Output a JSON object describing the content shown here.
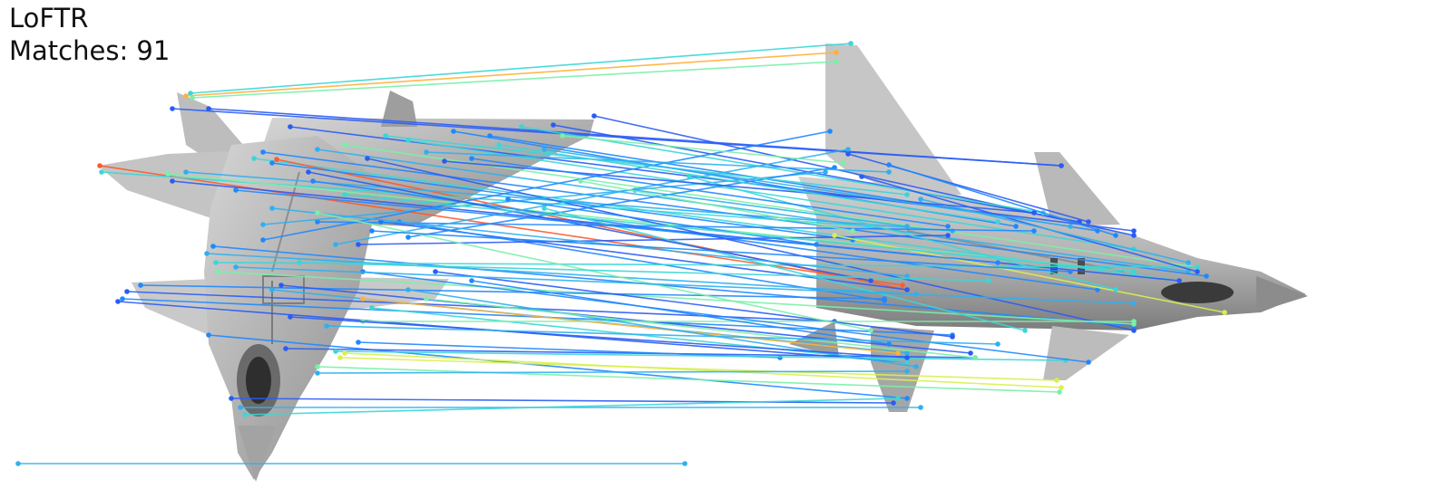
{
  "caption": {
    "method": "LoFTR",
    "matches_label": "Matches: 91"
  },
  "images": [
    {
      "name": "left-jet-image",
      "description": "fighter jet top view, nose pointing down"
    },
    {
      "name": "right-jet-image",
      "description": "fighter jet side view, nose pointing right"
    }
  ],
  "colors": {
    "background": "#ffffff",
    "jet_light": "#cfcfcf",
    "jet_mid": "#a7a7a7",
    "jet_dark": "#6f6f6f",
    "match_palette": [
      "#2a5cf5",
      "#1f88ff",
      "#2fb0f0",
      "#3ad6d8",
      "#7af0a8",
      "#d8f050",
      "#ffb03a",
      "#ff5a2a"
    ]
  }
}
